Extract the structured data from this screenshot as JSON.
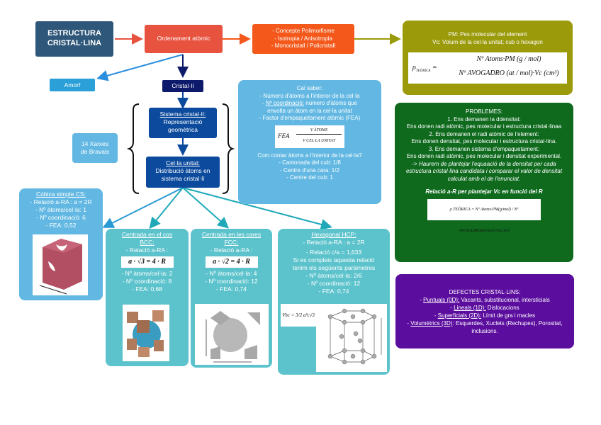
{
  "title": {
    "line1": "ESTRUCTURA",
    "line2": "CRISTAL·LINA"
  },
  "ordenament": "Ordenament atòmic",
  "concepts": [
    "- Concepte Polimorfisme",
    "- Isotropia / Anisotropia",
    "- Monocristall / Policristall"
  ],
  "pm_box": {
    "line1": "PM: Pes molecular del element",
    "line2": "Vc: Volum de la cel·la unitat; cub o hexagon",
    "formula_lhs": "ρ",
    "formula_sub": "TEÒRICA",
    "formula_num": "Nº Atoms·PM (g / mol)",
    "formula_den": "Nº AVOGADRO (at / mol)·Vc (cm³)"
  },
  "amorf": "Amorf",
  "cristalli": "Cristal·lí",
  "sistema": {
    "title": "Sistema cristal·lí:",
    "line1": "Representació",
    "line2": "geomètrica"
  },
  "cella": {
    "title": "Cel·la unitat:",
    "line1": "Distribució àtoms en",
    "line2": "sistema cristal·lí"
  },
  "bravais": {
    "line1": "14 Xarxes",
    "line2": "de Bravais"
  },
  "cal_saber": {
    "title": "Cal saber:",
    "items": [
      "- Número d'àtoms a l'interior de la cel·la"
    ],
    "coord_label": "Nº coordinació:",
    "coord_text": " número d'àtoms que",
    "coord_text2": "envolta un àtom en la cel·la unitat",
    "fea_item": "- Factor d'empaquetament atòmic (FEA)",
    "formula_lhs": "FEA",
    "formula_num": "V ÀTOMS",
    "formula_den": "V CEL·LA UNITAT",
    "count_title": "Com contar àtoms a l'interior de la cel·la?",
    "count_items": [
      "- Cantonada del cub: 1/8",
      "- Centre d'una cara: 1/2",
      "- Centre del cub: 1"
    ]
  },
  "problemes": {
    "title": "PROBLEMES:",
    "lines": [
      "1. Ens demanen la ddensitat:",
      "Ens donen radi atòmic, pes molecular i estructura cristal·linaa",
      "2. Ens demanen el radi atòmic de l'element:",
      "Ens donen densitat, pes molecular i estructura cristal·lina.",
      "3. Ens demanen sistema d'empaquetament:",
      "Ens donen radi atòmic, pes molecular i densitat experimental."
    ],
    "italic": "-> Haurem de plantejar l'equaació de la densitat per cada estructura cristal·lina candidata i comparar el valor de densitat calculat amb el de l'enunciat.",
    "relacio": "Relació a-R per plantejar Vc en funció del R",
    "formula": "ρ TEÒRICA = Nº Atoms·PM(g/mol) / Nº AVOGADRO(at/mol)·Vc(cm³)"
  },
  "defectes": {
    "title": "DEFECTES CRISTAL·LINS:",
    "items": [
      {
        "label": "Puntuals (0D):",
        "text": " Vacants, substitucional, intersticials"
      },
      {
        "label": "Lineals (1D):",
        "text": " Dislocacions"
      },
      {
        "label": "Superficials (2D):",
        "text": " Límit de gra i macles"
      },
      {
        "label": "Volumètrics (3D)",
        "text": ": Esquerdes, Xuclets (Rechupes), Porositat, inclusions."
      }
    ]
  },
  "cs": {
    "title": "Cúbica simple CS:",
    "relacio": "- Relació a-RA : a = 2R",
    "atoms": "- Nº àtoms/cel·la: 1",
    "coord": "- Nº coordinació: 6",
    "fea": "- FEA: 0,52"
  },
  "bcc": {
    "title1": "Centrada en el cos",
    "title2": "BCC:",
    "relacio": "- Relació a-RA :",
    "formula": "a · √3 = 4 · R",
    "atoms": "- Nº àtoms/cel·la: 2",
    "coord": "- Nº coordinació: 8",
    "fea": "- FEA: 0,68"
  },
  "fcc": {
    "title1": "Centrada en les cares",
    "title2": "FCC:",
    "relacio": "- Relació a-RA :",
    "formula": "a · √2 = 4 · R",
    "atoms": "- Nº àtoms/cel·la: 4",
    "coord": "- Nº coordinació: 12",
    "fea": "- FEA: 0,74"
  },
  "hcp": {
    "title": "Hexagonal HCP:",
    "relacio": "- Relació a-RA : a = 2R",
    "ca": "- Relació c/a = 1,633",
    "cond1": "Si es compleix aquesta relació",
    "cond2": "tenim els següents paràmetres",
    "atoms": "- Nº àtoms/cel·la: 2/6",
    "coord": "- Nº coordinació: 12",
    "fea": "- FEA: 0,74",
    "formula": "Vhc = 3/2 a²c√3"
  },
  "colors": {
    "title": "#2e5779",
    "ordenament": "#e8533f",
    "concepts": "#f4581a",
    "olive": "#9a9a0a",
    "amorf": "#2ba0d8",
    "cristalli": "#0d1a6b",
    "darkblue": "#0b4a9c",
    "lightblue": "#62b8e2",
    "teal": "#5cc3cc",
    "green": "#0f6a1e",
    "purple": "#5b0d9e"
  }
}
